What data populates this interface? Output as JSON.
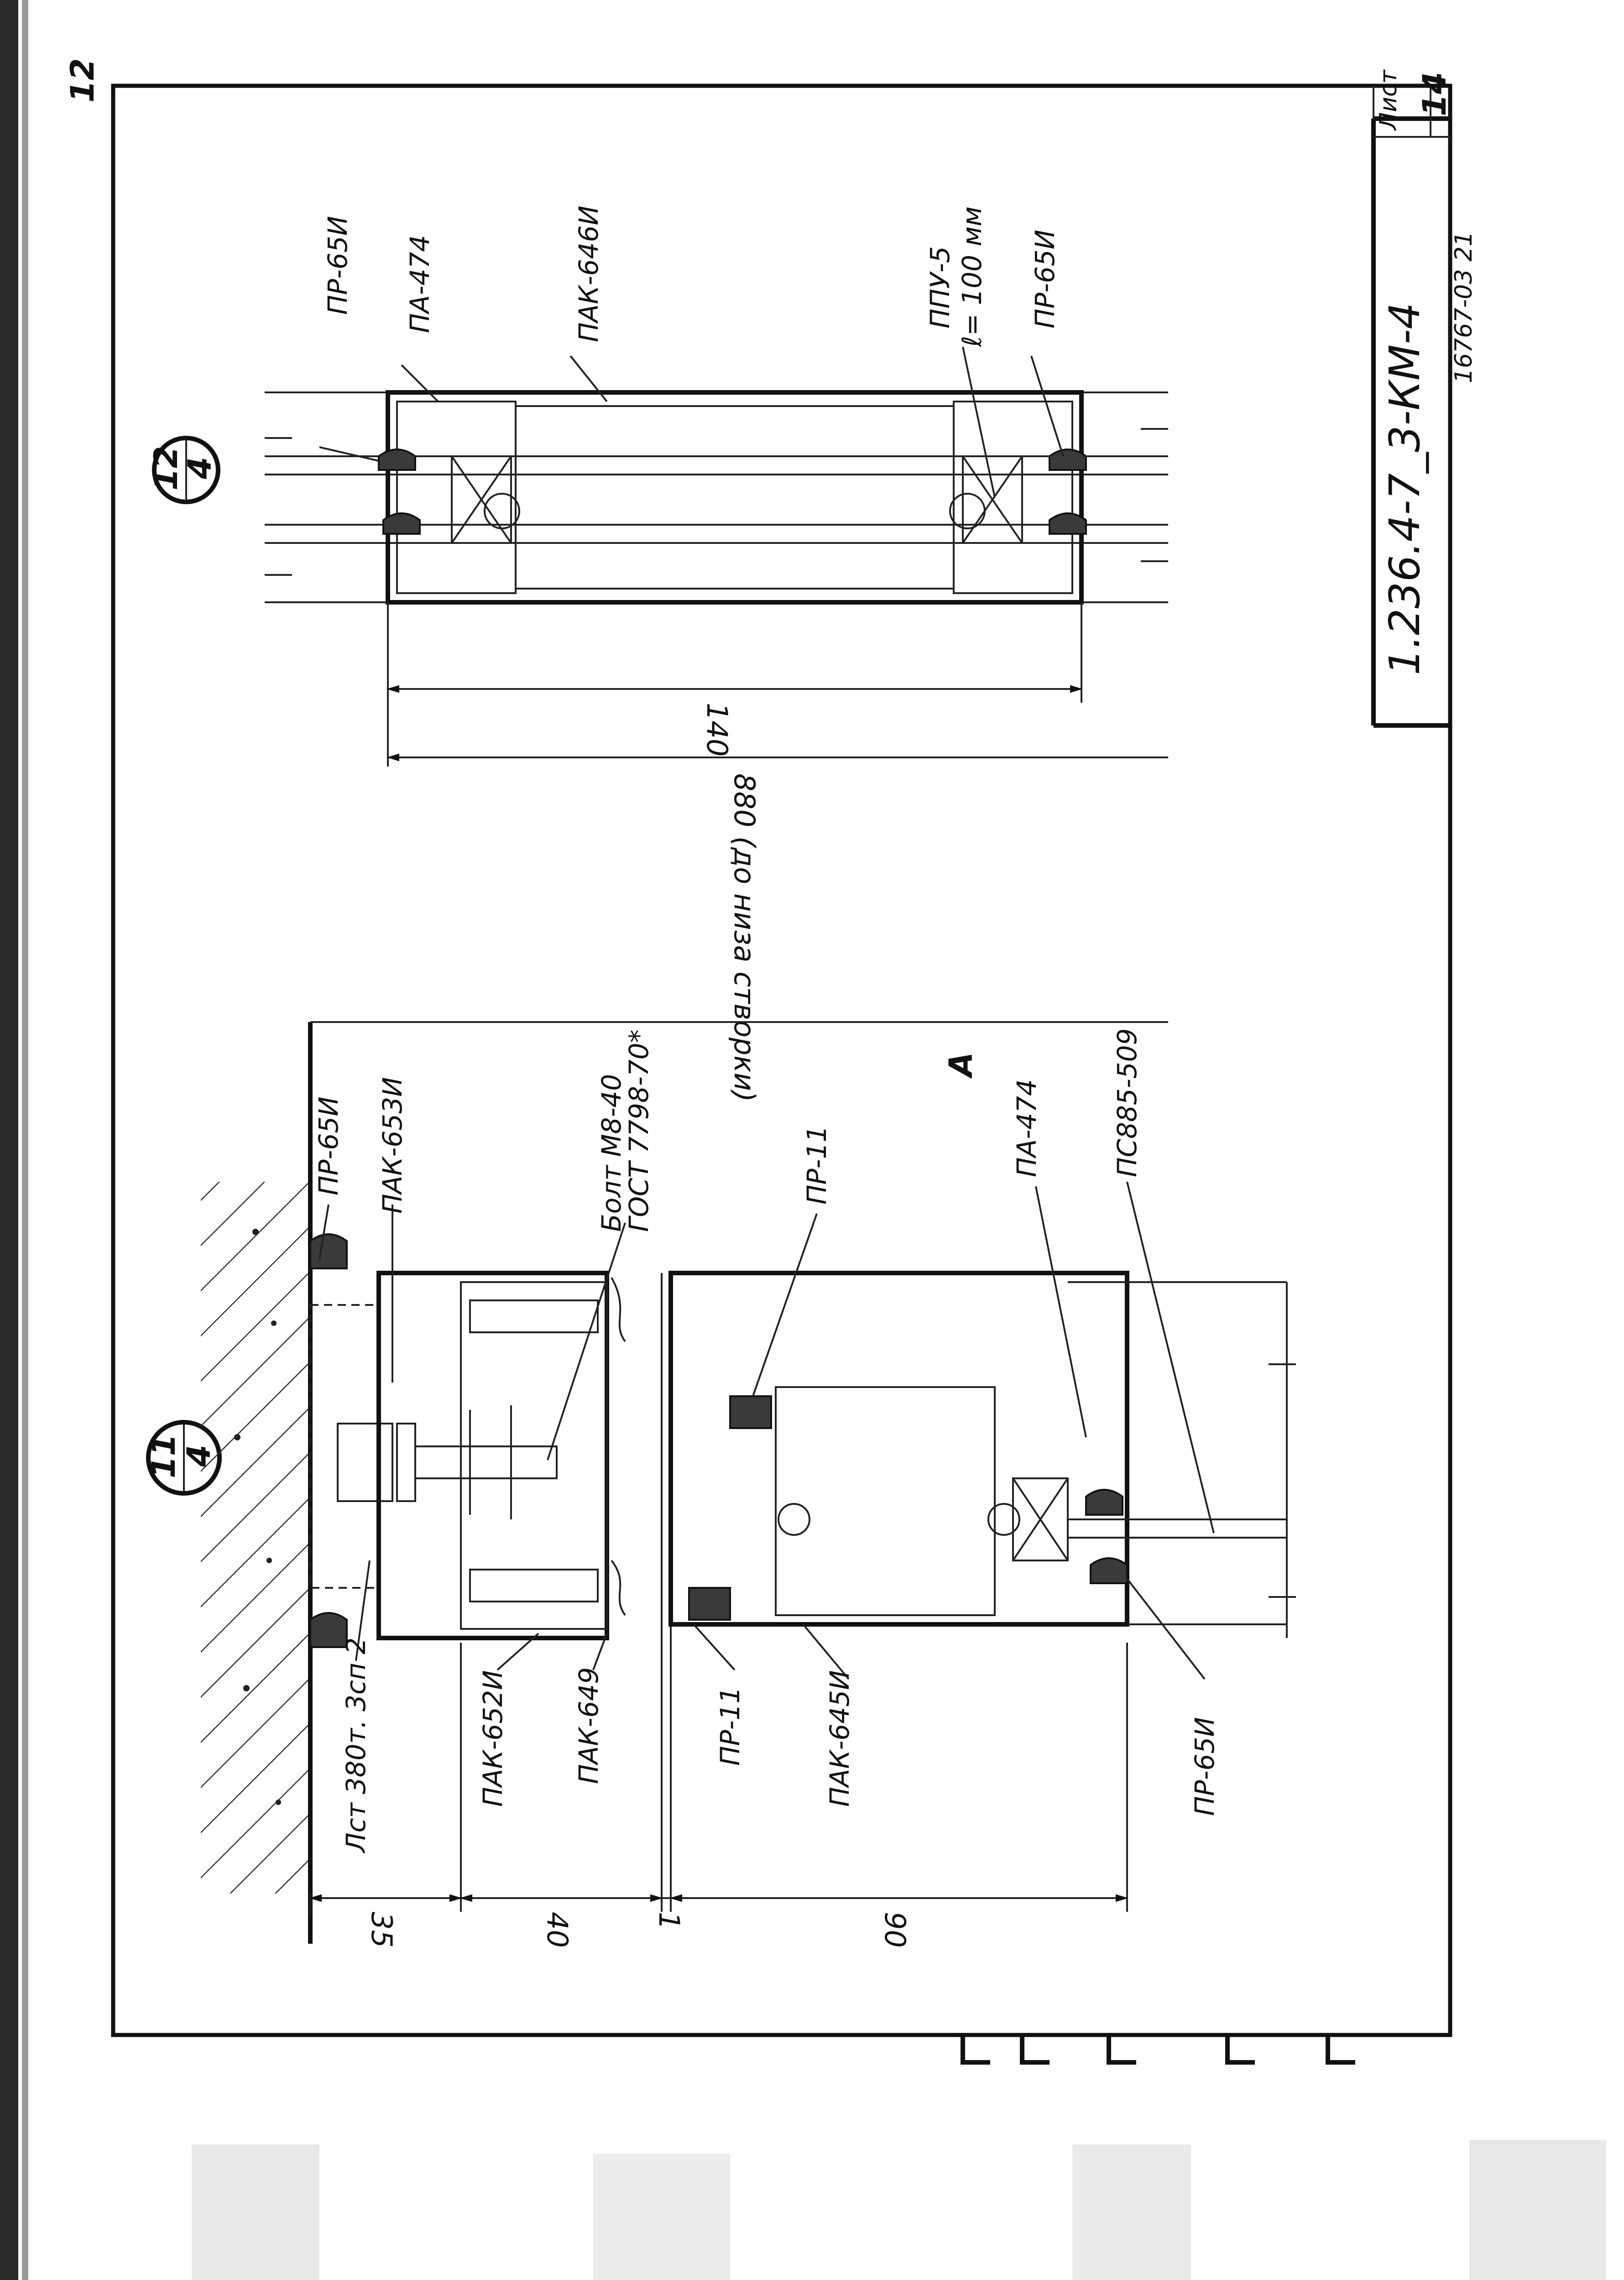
{
  "sheet": {
    "corner_number": "12",
    "title_block": {
      "sheet_label": "Лист",
      "sheet_number": "14",
      "designation": "1.236.4-7_3-КМ-4",
      "inventory": "16767-03 21"
    }
  },
  "detail_12": {
    "callout_top": "12",
    "callout_bottom": "4",
    "labels": {
      "pr65_upper": "ПР-65И",
      "pa474": "ПА-474",
      "pak646": "ПАК-646И",
      "pp5": "ППУ-5",
      "pp5_length": "ℓ= 100 мм",
      "pr65_lower": "ПР-65И"
    },
    "dimensions": {
      "width": "140",
      "to_axis": "880 (до низа створки)"
    }
  },
  "detail_11": {
    "callout_top": "11",
    "callout_bottom": "4",
    "axis_mark": "А",
    "labels": {
      "pr65_top": "ПР-65И",
      "pak653": "ПАК-653И",
      "bolt": "Болт М8-40",
      "bolt_standard": "ГОСТ 7798-70*",
      "pr11_upper": "ПР-11",
      "pa474": "ПА-474",
      "ps885": "ПС885-509",
      "plate": "Лст 380т. 3сп 2",
      "pak652": "ПАК-652И",
      "pak649": "ПАК-649",
      "pr11_lower": "ПР-11",
      "pak645": "ПАК-645И",
      "pr65_bottom": "ПР-65И"
    },
    "dimensions": {
      "d35": "35",
      "d40": "40",
      "d1": "1",
      "d90": "90"
    }
  }
}
